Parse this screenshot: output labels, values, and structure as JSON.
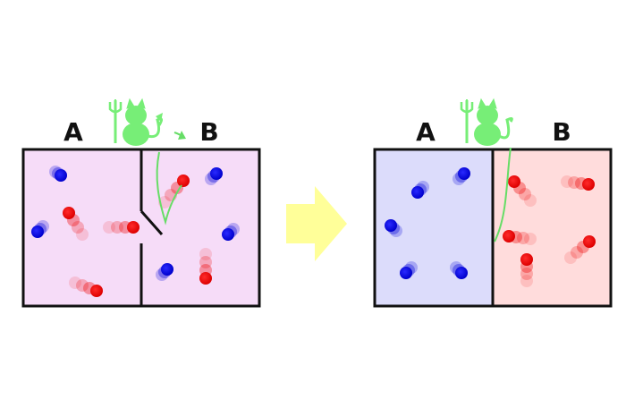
{
  "panels": [
    {
      "id": "before",
      "label_a": "A",
      "label_b": "B",
      "chamber_a_color": "#f6dcf8",
      "chamber_b_color": "#f6dcf8",
      "door": "open"
    },
    {
      "id": "after",
      "label_a": "A",
      "label_b": "B",
      "chamber_a_color": "#dcdcfb",
      "chamber_b_color": "#ffdcdc",
      "door": "closed"
    }
  ],
  "colors": {
    "fast_molecule": "#ee1111",
    "slow_molecule": "#1111dd",
    "demon": "#77ee77",
    "arrow": "#ffff99",
    "wall": "#111111"
  },
  "icons": [
    "demon-icon",
    "arrow-icon",
    "molecule-icon"
  ]
}
